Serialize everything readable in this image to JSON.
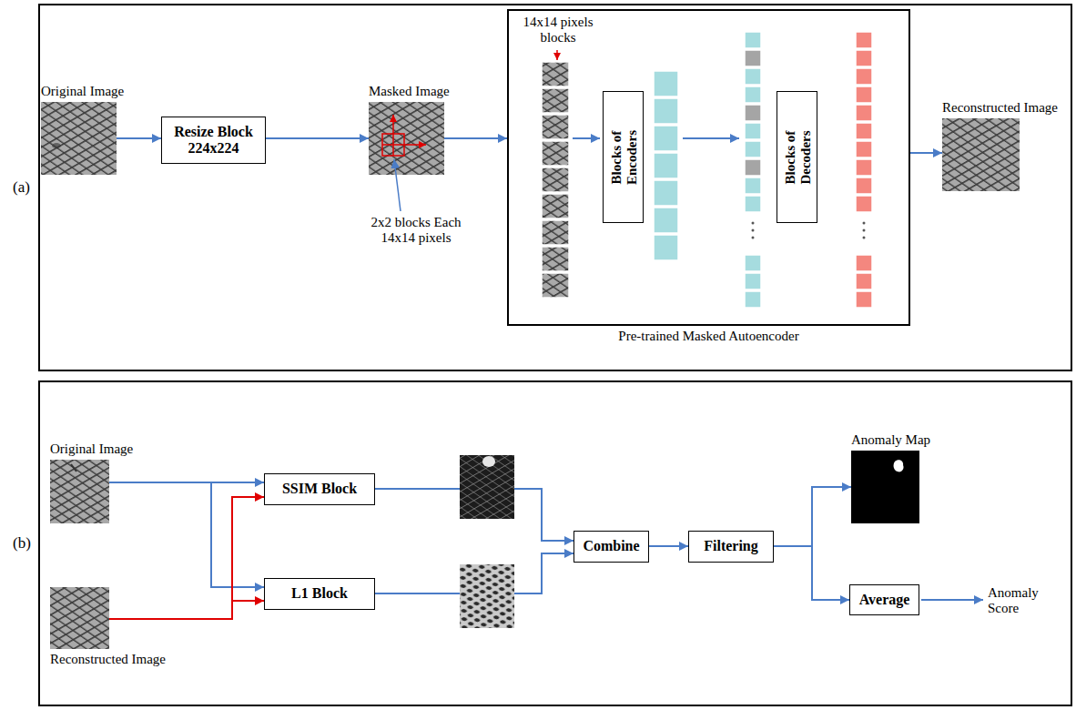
{
  "diagram": {
    "nodes": [
      {
        "text": [
          "(a)"
        ]
      },
      {
        "text": [
          "Original Image"
        ],
        "in": 0
      },
      {
        "text": [
          "Resize Block 224x224"
        ],
        "in": 0
      },
      {
        "text": [
          "Masked Image"
        ],
        "in": 0
      },
      {
        "text": [
          "Pre-trained Masked Autoencoder"
        ],
        "in": 0
      },
      {
        "text": [
          "Blocks of Encoders"
        ],
        "in": 4
      },
      {
        "text": [
          "Blocks of Decoders"
        ],
        "in": 4
      },
      {
        "text": [
          "Reconstructed Image"
        ],
        "in": 0
      },
      {
        "text": [
          "(b)"
        ]
      },
      {
        "text": [
          "Original Image"
        ],
        "in": 8
      },
      {
        "text": [
          "Reconstructed Image"
        ],
        "in": 8
      },
      {
        "text": [
          "SSIM Block"
        ],
        "in": 8
      },
      {
        "text": [
          "L1 Block"
        ],
        "in": 8
      },
      {
        "text": [
          "Combine"
        ],
        "in": 8
      },
      {
        "text": [
          "Filtering"
        ],
        "in": 8
      },
      {
        "text": [
          "Anomaly Map"
        ],
        "in": 8
      },
      {
        "text": [
          "Average"
        ],
        "in": 8
      }
    ],
    "edges": [
      {
        "from": 1,
        "to": 2,
        "arrow": "to"
      },
      {
        "from": 2,
        "to": 3,
        "arrow": "to"
      },
      {
        "from": 3,
        "to": 4,
        "arrow": "to"
      },
      {
        "from": 4,
        "to": 7,
        "arrow": "to"
      },
      {
        "from": 9,
        "to": 11,
        "arrow": "to"
      },
      {
        "from": 9,
        "to": 12,
        "arrow": "to"
      },
      {
        "from": 10,
        "to": 11,
        "arrow": "to"
      },
      {
        "from": 10,
        "to": 12,
        "arrow": "to"
      },
      {
        "from": 11,
        "to": 13,
        "arrow": "to"
      },
      {
        "from": 12,
        "to": 13,
        "arrow": "to"
      },
      {
        "from": 13,
        "to": 14,
        "arrow": "to"
      },
      {
        "from": 14,
        "to": 15,
        "arrow": "to"
      },
      {
        "from": 14,
        "to": 16,
        "arrow": "to"
      }
    ],
    "labels": [
      "2x2 blocks Each 14x14 pixels",
      "14x14 pixels blocks",
      "Anomaly Score"
    ]
  }
}
